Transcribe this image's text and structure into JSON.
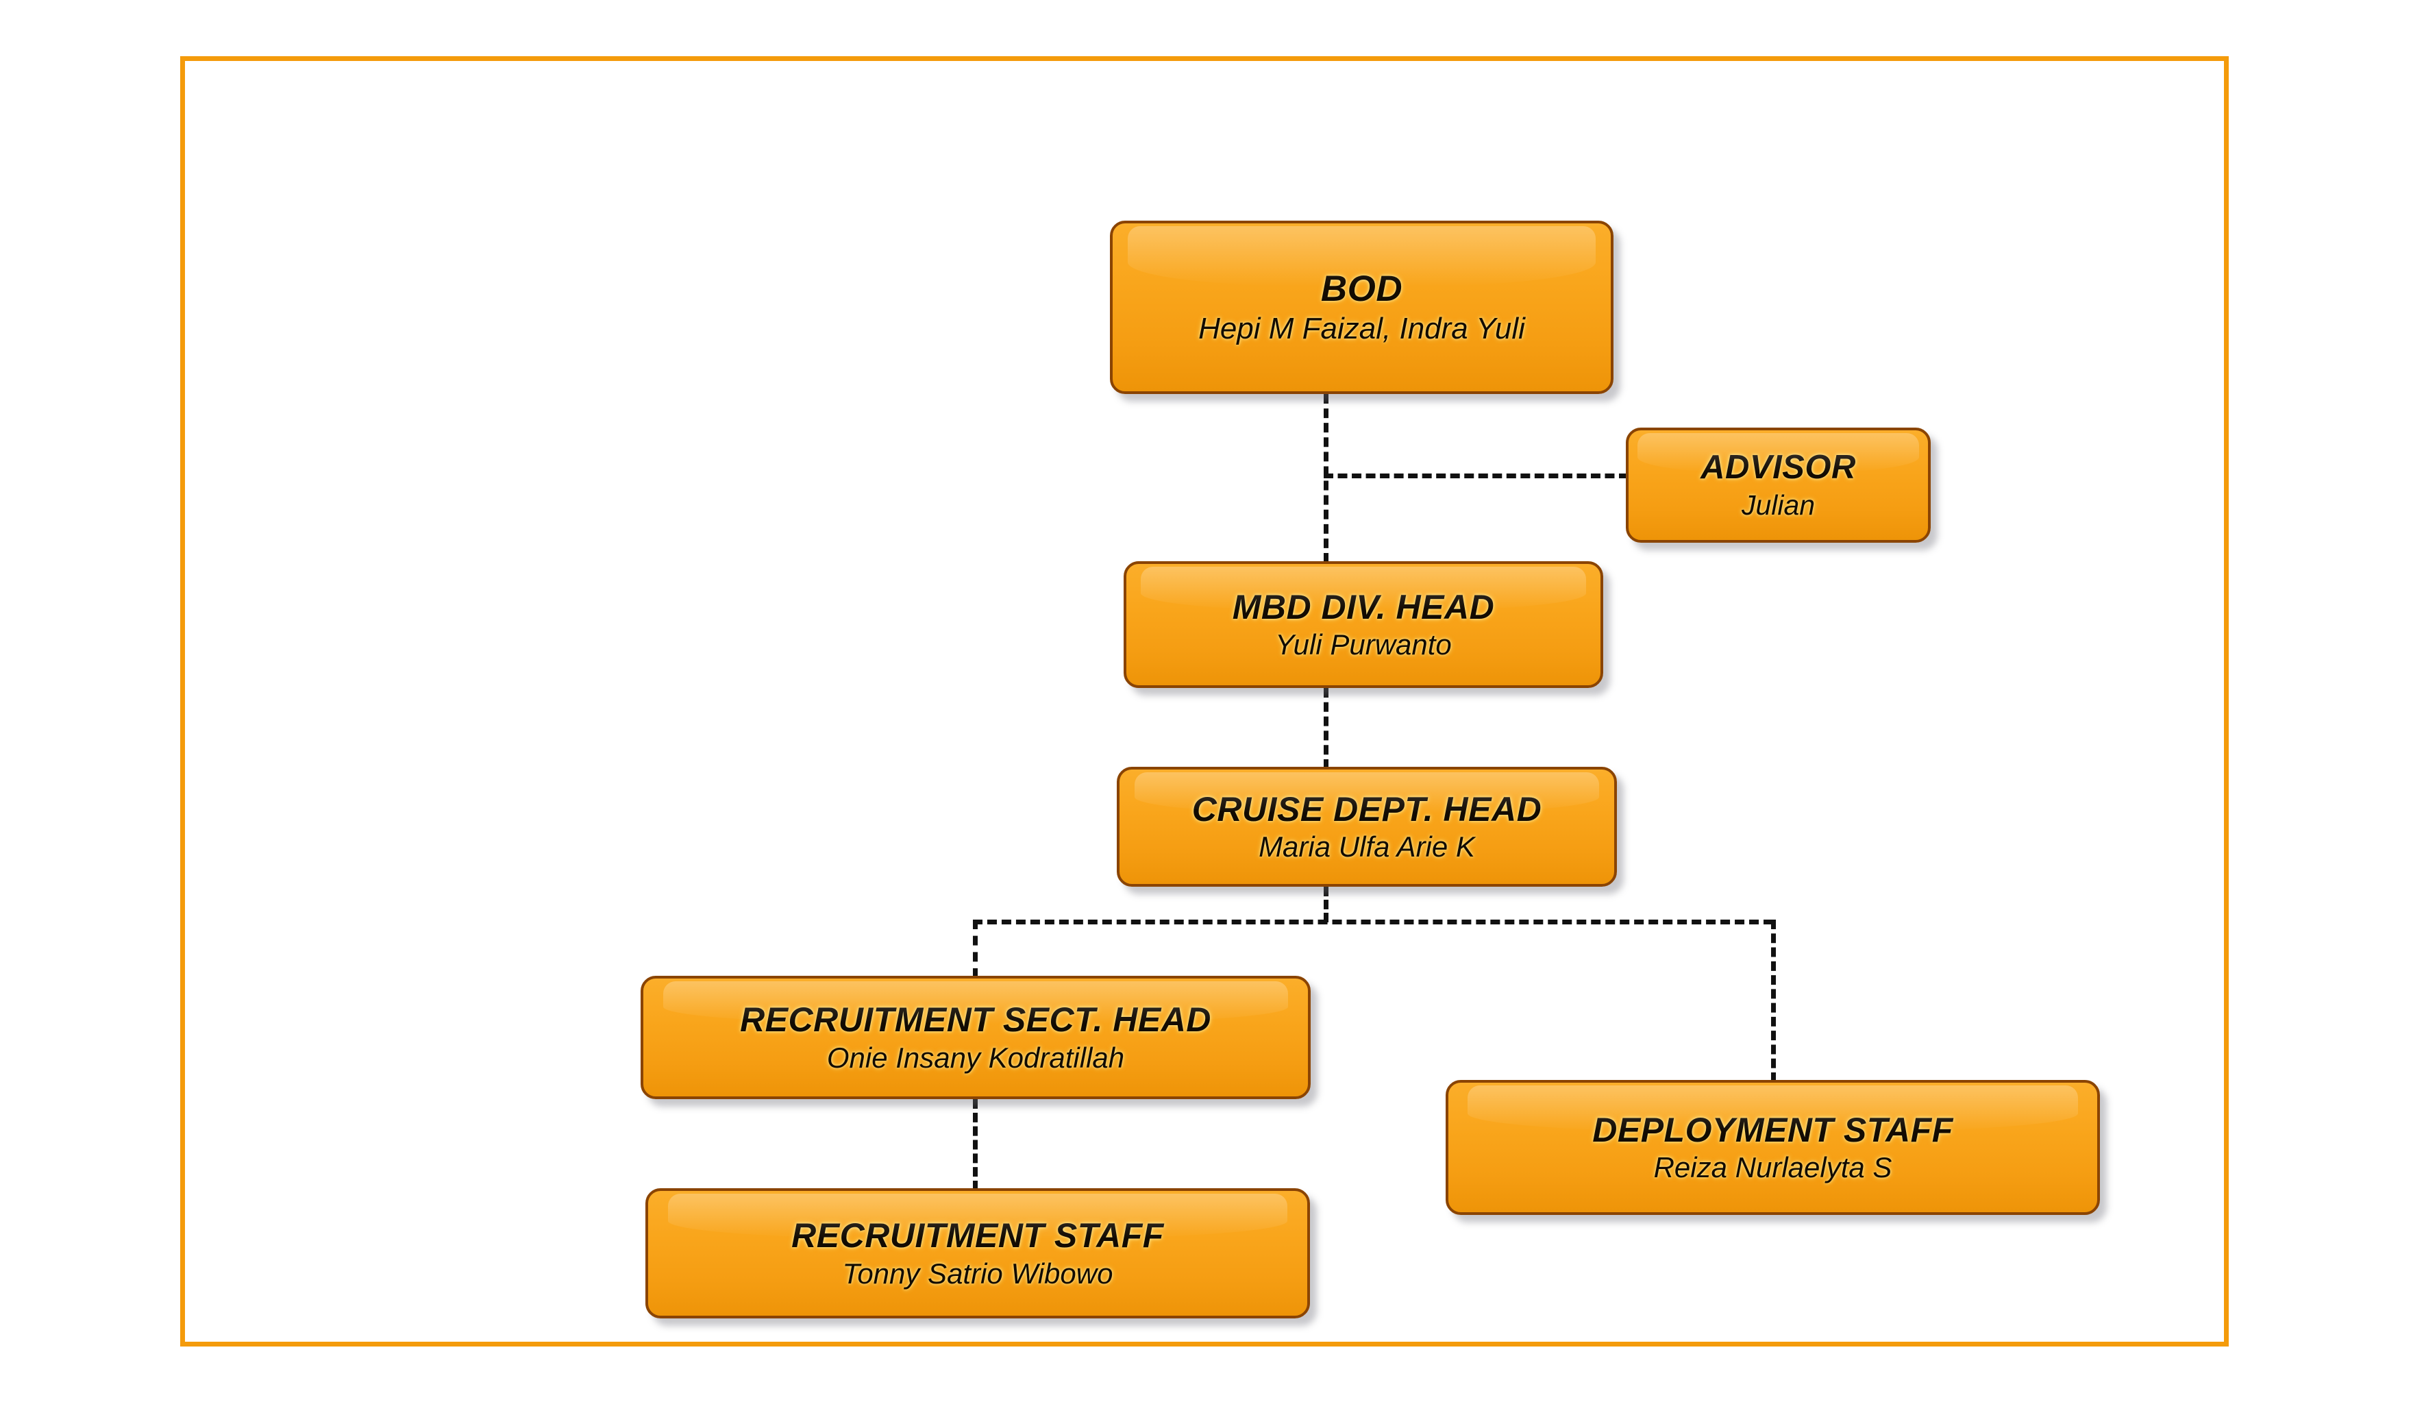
{
  "chart": {
    "type": "org-chart",
    "frame_color": "#F49B0B",
    "box_fill": "#F9A51B",
    "box_border": "#8A4403",
    "connector_color": "#111111",
    "connector_style": "dashed",
    "background": "#FFFFFF",
    "nodes": [
      {
        "id": "bod",
        "title": "BOD",
        "name": "Hepi M Faizal, Indra Yuli",
        "level": 0
      },
      {
        "id": "advisor",
        "title": "ADVISOR",
        "name": "Julian",
        "level": 1
      },
      {
        "id": "mbd",
        "title": "MBD DIV. HEAD",
        "name": "Yuli Purwanto",
        "level": 1
      },
      {
        "id": "cruise",
        "title": "CRUISE DEPT. HEAD",
        "name": "Maria Ulfa Arie K",
        "level": 2
      },
      {
        "id": "rec_head",
        "title": "RECRUITMENT SECT. HEAD",
        "name": "Onie Insany Kodratillah",
        "level": 3
      },
      {
        "id": "deploy",
        "title": "DEPLOYMENT STAFF",
        "name": "Reiza Nurlaelyta S",
        "level": 3
      },
      {
        "id": "rec_staff",
        "title": "RECRUITMENT STAFF",
        "name": "Tonny  Satrio Wibowo",
        "level": 4
      }
    ],
    "edges": [
      {
        "from": "bod",
        "to": "mbd",
        "style": "dashed"
      },
      {
        "from": "bod",
        "to": "advisor",
        "style": "dashed"
      },
      {
        "from": "mbd",
        "to": "cruise",
        "style": "dashed"
      },
      {
        "from": "cruise",
        "to": "rec_head",
        "style": "dashed"
      },
      {
        "from": "cruise",
        "to": "deploy",
        "style": "dashed"
      },
      {
        "from": "rec_head",
        "to": "rec_staff",
        "style": "dashed"
      }
    ]
  }
}
